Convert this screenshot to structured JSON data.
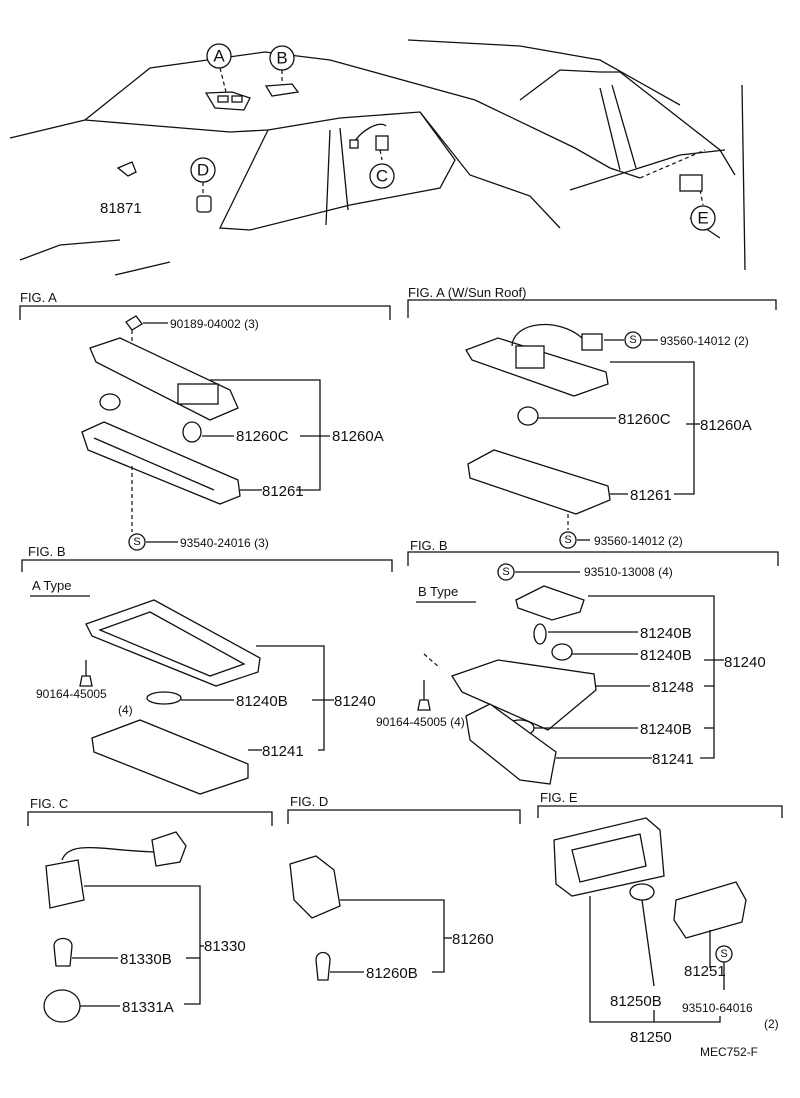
{
  "callouts": {
    "a": "A",
    "b": "B",
    "c": "C",
    "d": "D",
    "e": "E"
  },
  "top": {
    "part_81871": "81871"
  },
  "fig_a": {
    "title": "FIG. A",
    "screw": "90189-04002",
    "screw_qty": "(3)",
    "bulb": "81260C",
    "assy": "81260A",
    "lens": "81261",
    "clip_mark": "S",
    "clip": "93540-24016",
    "clip_qty": "(3)"
  },
  "fig_a_sunroof": {
    "title": "FIG. A",
    "subtitle": "(W/Sun Roof)",
    "clip_mark": "S",
    "clip_top": "93560-14012",
    "clip_top_qty": "(2)",
    "bulb": "81260C",
    "assy": "81260A",
    "lens": "81261",
    "clip_bottom": "93560-14012",
    "clip_bottom_qty": "(2)"
  },
  "fig_b_a": {
    "title": "FIG. B",
    "type": "A Type",
    "screw": "90164-45005",
    "screw_qty": "(4)",
    "bulb": "81240B",
    "assy": "81240",
    "lens": "81241"
  },
  "fig_b_b": {
    "title": "FIG. B",
    "type": "B Type",
    "clip_mark": "S",
    "clip": "93510-13008",
    "clip_qty": "(4)",
    "bulb1": "81240B",
    "bulb2": "81240B",
    "assy": "81240",
    "housing": "81248",
    "screw": "90164-45005",
    "screw_qty": "(4)",
    "bulb3": "81240B",
    "lens": "81241"
  },
  "fig_c": {
    "title": "FIG. C",
    "bulb": "81330B",
    "assy": "81330",
    "socket": "81331A"
  },
  "fig_d": {
    "title": "FIG. D",
    "assy": "81260",
    "bulb": "81260B"
  },
  "fig_e": {
    "title": "FIG. E",
    "lens": "81251",
    "clip_mark": "S",
    "bulb": "81250B",
    "clip": "93510-64016",
    "clip_qty": "(2)",
    "assy": "81250"
  },
  "code": "MEC752-F"
}
